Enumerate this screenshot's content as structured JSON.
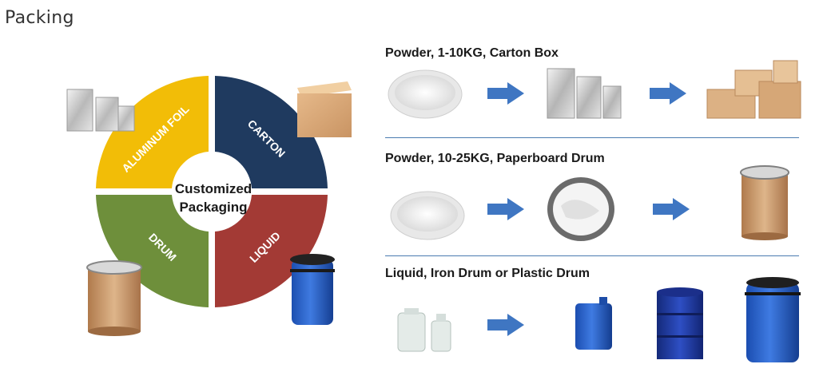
{
  "page": {
    "heading": "Packing"
  },
  "wheel": {
    "center_line1": "Customized",
    "center_line2": "Packaging",
    "segments": [
      {
        "label": "ALUMINUM FOIL",
        "color": "#f2bd07"
      },
      {
        "label": "CARTON",
        "color": "#1f3a5f"
      },
      {
        "label": "LIQUID",
        "color": "#a33a35"
      },
      {
        "label": "DRUM",
        "color": "#6e8f3b"
      }
    ]
  },
  "rows": [
    {
      "title": "Powder, 1-10KG, Carton Box"
    },
    {
      "title": "Powder, 10-25KG, Paperboard Drum"
    },
    {
      "title": "Liquid, Iron Drum or Plastic Drum"
    }
  ],
  "colors": {
    "arrow": "#3f76c2",
    "divider": "#4a7bb0"
  }
}
